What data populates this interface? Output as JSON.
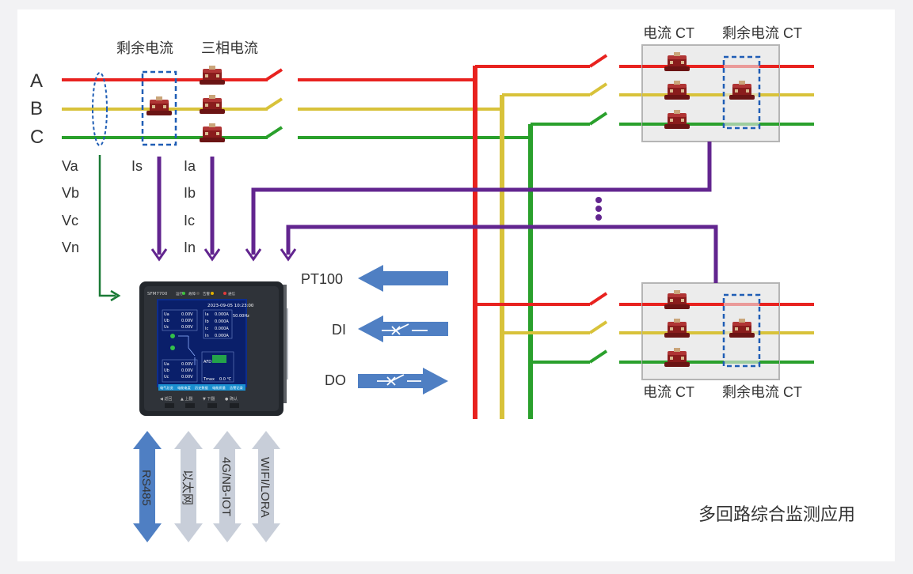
{
  "phases": [
    "A",
    "B",
    "C"
  ],
  "measurements": {
    "voltage": [
      "Va",
      "Vb",
      "Vc",
      "Vn"
    ],
    "residual": "Is",
    "current": [
      "Ia",
      "Ib",
      "Ic",
      "In"
    ]
  },
  "top_labels": {
    "residual_current": "剩余电流",
    "three_phase_current": "三相电流"
  },
  "branch_labels": {
    "ct": "电流 CT",
    "residual_ct": "剩余电流 CT"
  },
  "io": {
    "pt100": "PT100",
    "di": "DI",
    "do": "DO"
  },
  "comm": [
    "RS485",
    "以太网",
    "4G/NB-IOT",
    "WIFI/LORA"
  ],
  "caption": "多回路综合监测应用",
  "device": {
    "model": "SFM7700",
    "status": [
      "运行",
      "故障",
      "告警",
      "通信"
    ],
    "datetime": "2023-09-05  10:23:00",
    "u1": [
      {
        "k": "Ua",
        "v": "0.00V"
      },
      {
        "k": "Ub",
        "v": "0.00V"
      },
      {
        "k": "Uc",
        "v": "0.00V"
      }
    ],
    "i": [
      {
        "k": "Ia",
        "v": "0.000A"
      },
      {
        "k": "Ib",
        "v": "0.000A"
      },
      {
        "k": "Ic",
        "v": "0.000A"
      },
      {
        "k": "In",
        "v": "0.000A"
      }
    ],
    "freq": "50.00Hz",
    "u2": [
      {
        "k": "Ua",
        "v": "0.00V"
      },
      {
        "k": "Ub",
        "v": "0.00V"
      },
      {
        "k": "Uc",
        "v": "0.00V"
      }
    ],
    "afd": "AFD",
    "tmax": "Tmax",
    "tmax_val": "0.0 ℃",
    "tabs": [
      "电气总览",
      "电能电度",
      "历史数据",
      "电能质量",
      "告警记录"
    ],
    "buttons": [
      "◀ 返回",
      "▲ 上翻",
      "▼ 下翻",
      "● 确认"
    ]
  },
  "colors": {
    "phase_a": "#e8221f",
    "phase_b": "#d8c23a",
    "phase_c": "#2aa02c",
    "signal": "#62258f",
    "voltage_arrow": "#1a7a36",
    "io_arrow": "#4f7fc3",
    "comm_primary": "#4f7fc3",
    "comm_secondary": "#c8ced9",
    "ct_body": "#8a1c1c",
    "dashed_box": "#1f5db5"
  }
}
